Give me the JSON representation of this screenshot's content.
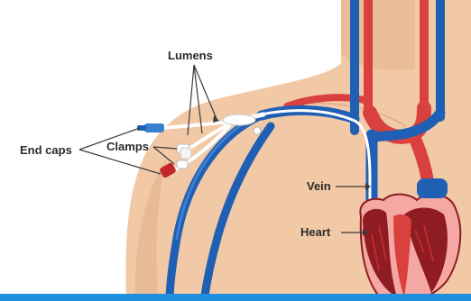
{
  "labels": {
    "lumens": "Lumens",
    "end_caps": "End caps",
    "clamps": "Clamps",
    "vein": "Vein",
    "heart": "Heart"
  },
  "colors": {
    "background": "#ffffff",
    "skin": "#f2c9a6",
    "skin_shadow": "#e3b08c",
    "vein": "#1f5fb4",
    "vein_light": "#3d7fd0",
    "artery": "#d8413e",
    "heart_dark": "#8e1c22",
    "catheter": "#ffffff",
    "end_cap_blue": "#3a7fd0",
    "end_cap_red": "#c0282d",
    "bottom_bar": "#1f8fe0",
    "label_text": "#2b2b2b"
  }
}
